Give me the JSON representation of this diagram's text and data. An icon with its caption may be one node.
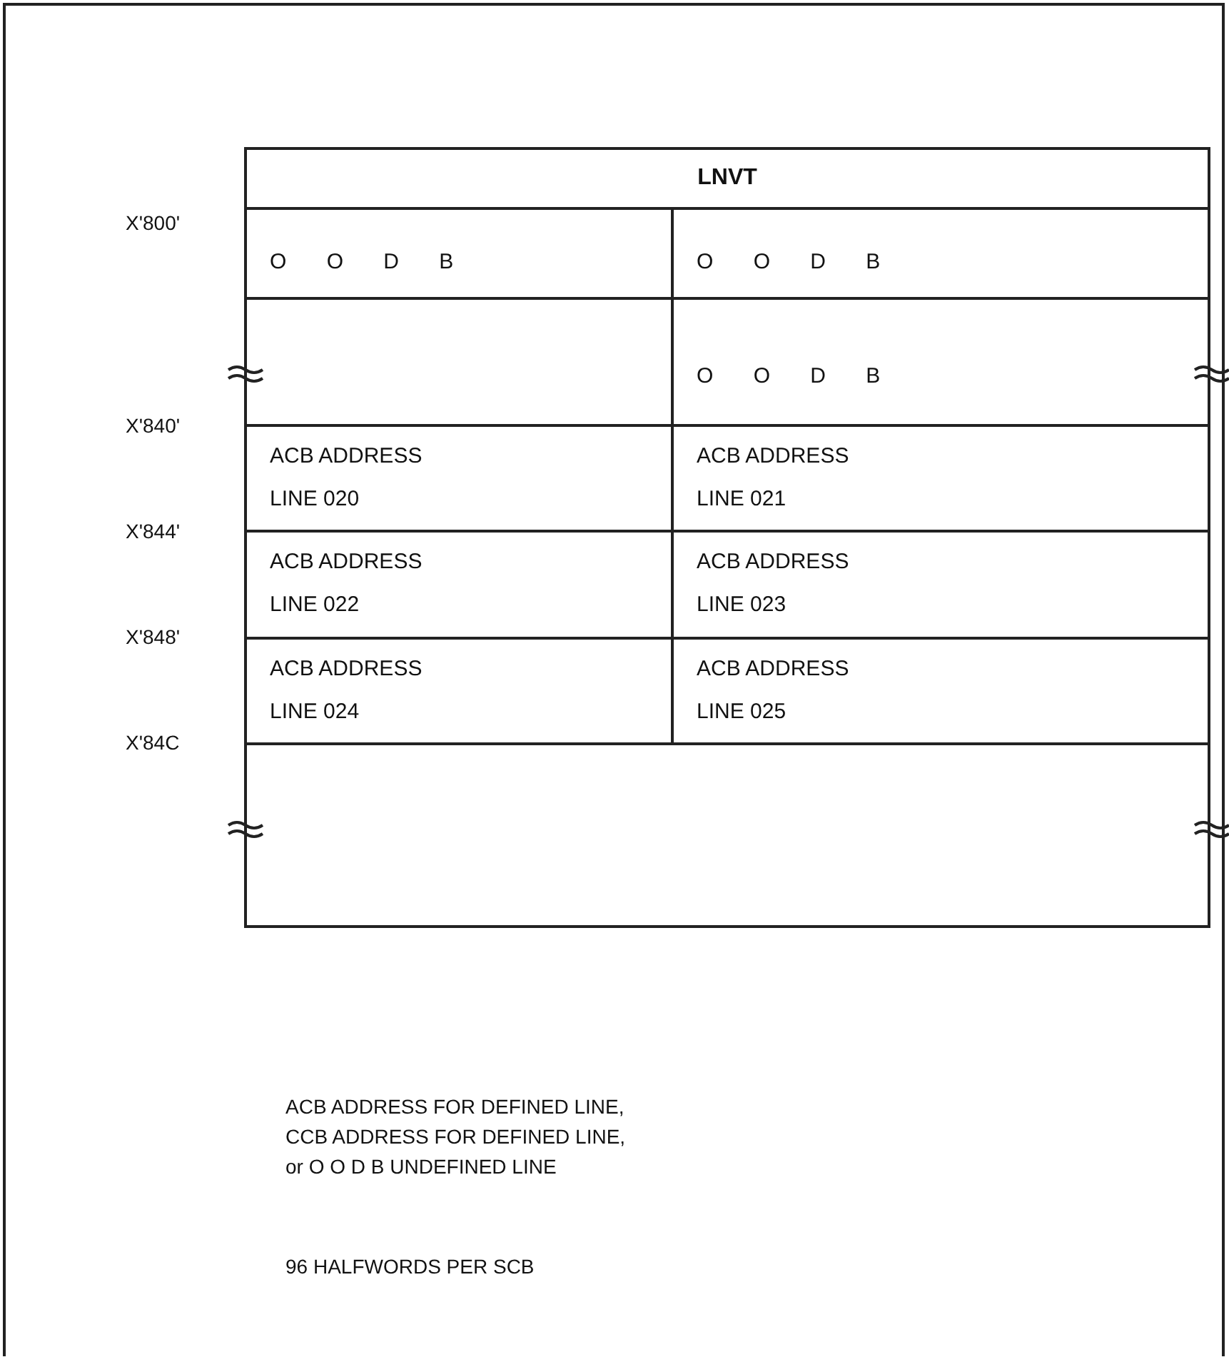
{
  "diagram": {
    "nodes": [
      {
        "text": [
          "LNVT"
        ]
      },
      {
        "text": [
          "O O D B"
        ]
      },
      {
        "text": [
          "O O D B"
        ]
      },
      {
        "text": [],
        "shape": "box"
      },
      {
        "text": [
          "O O D B"
        ]
      },
      {
        "text": [
          "ACB ADDRESS",
          "LINE 020"
        ]
      },
      {
        "text": [
          "ACB ADDRESS",
          "LINE 021"
        ]
      },
      {
        "text": [
          "ACB ADDRESS",
          "LINE 022"
        ]
      },
      {
        "text": [
          "ACB ADDRESS",
          "LINE 023"
        ]
      },
      {
        "text": [
          "ACB ADDRESS",
          "LINE 024"
        ]
      },
      {
        "text": [
          "ACB ADDRESS",
          "LINE 025"
        ]
      },
      {
        "text": [],
        "shape": "box"
      }
    ],
    "edges": [],
    "labels": [
      "X'800'",
      "X'840'",
      "X'844'",
      "X'848'",
      "X'84C",
      "ACB ADDRESS FOR DEFINED LINE, CCB ADDRESS FOR DEFINED LINE, or O O D B UNDEFINED LINE",
      "96 HALFWORDS PER SCB"
    ]
  }
}
